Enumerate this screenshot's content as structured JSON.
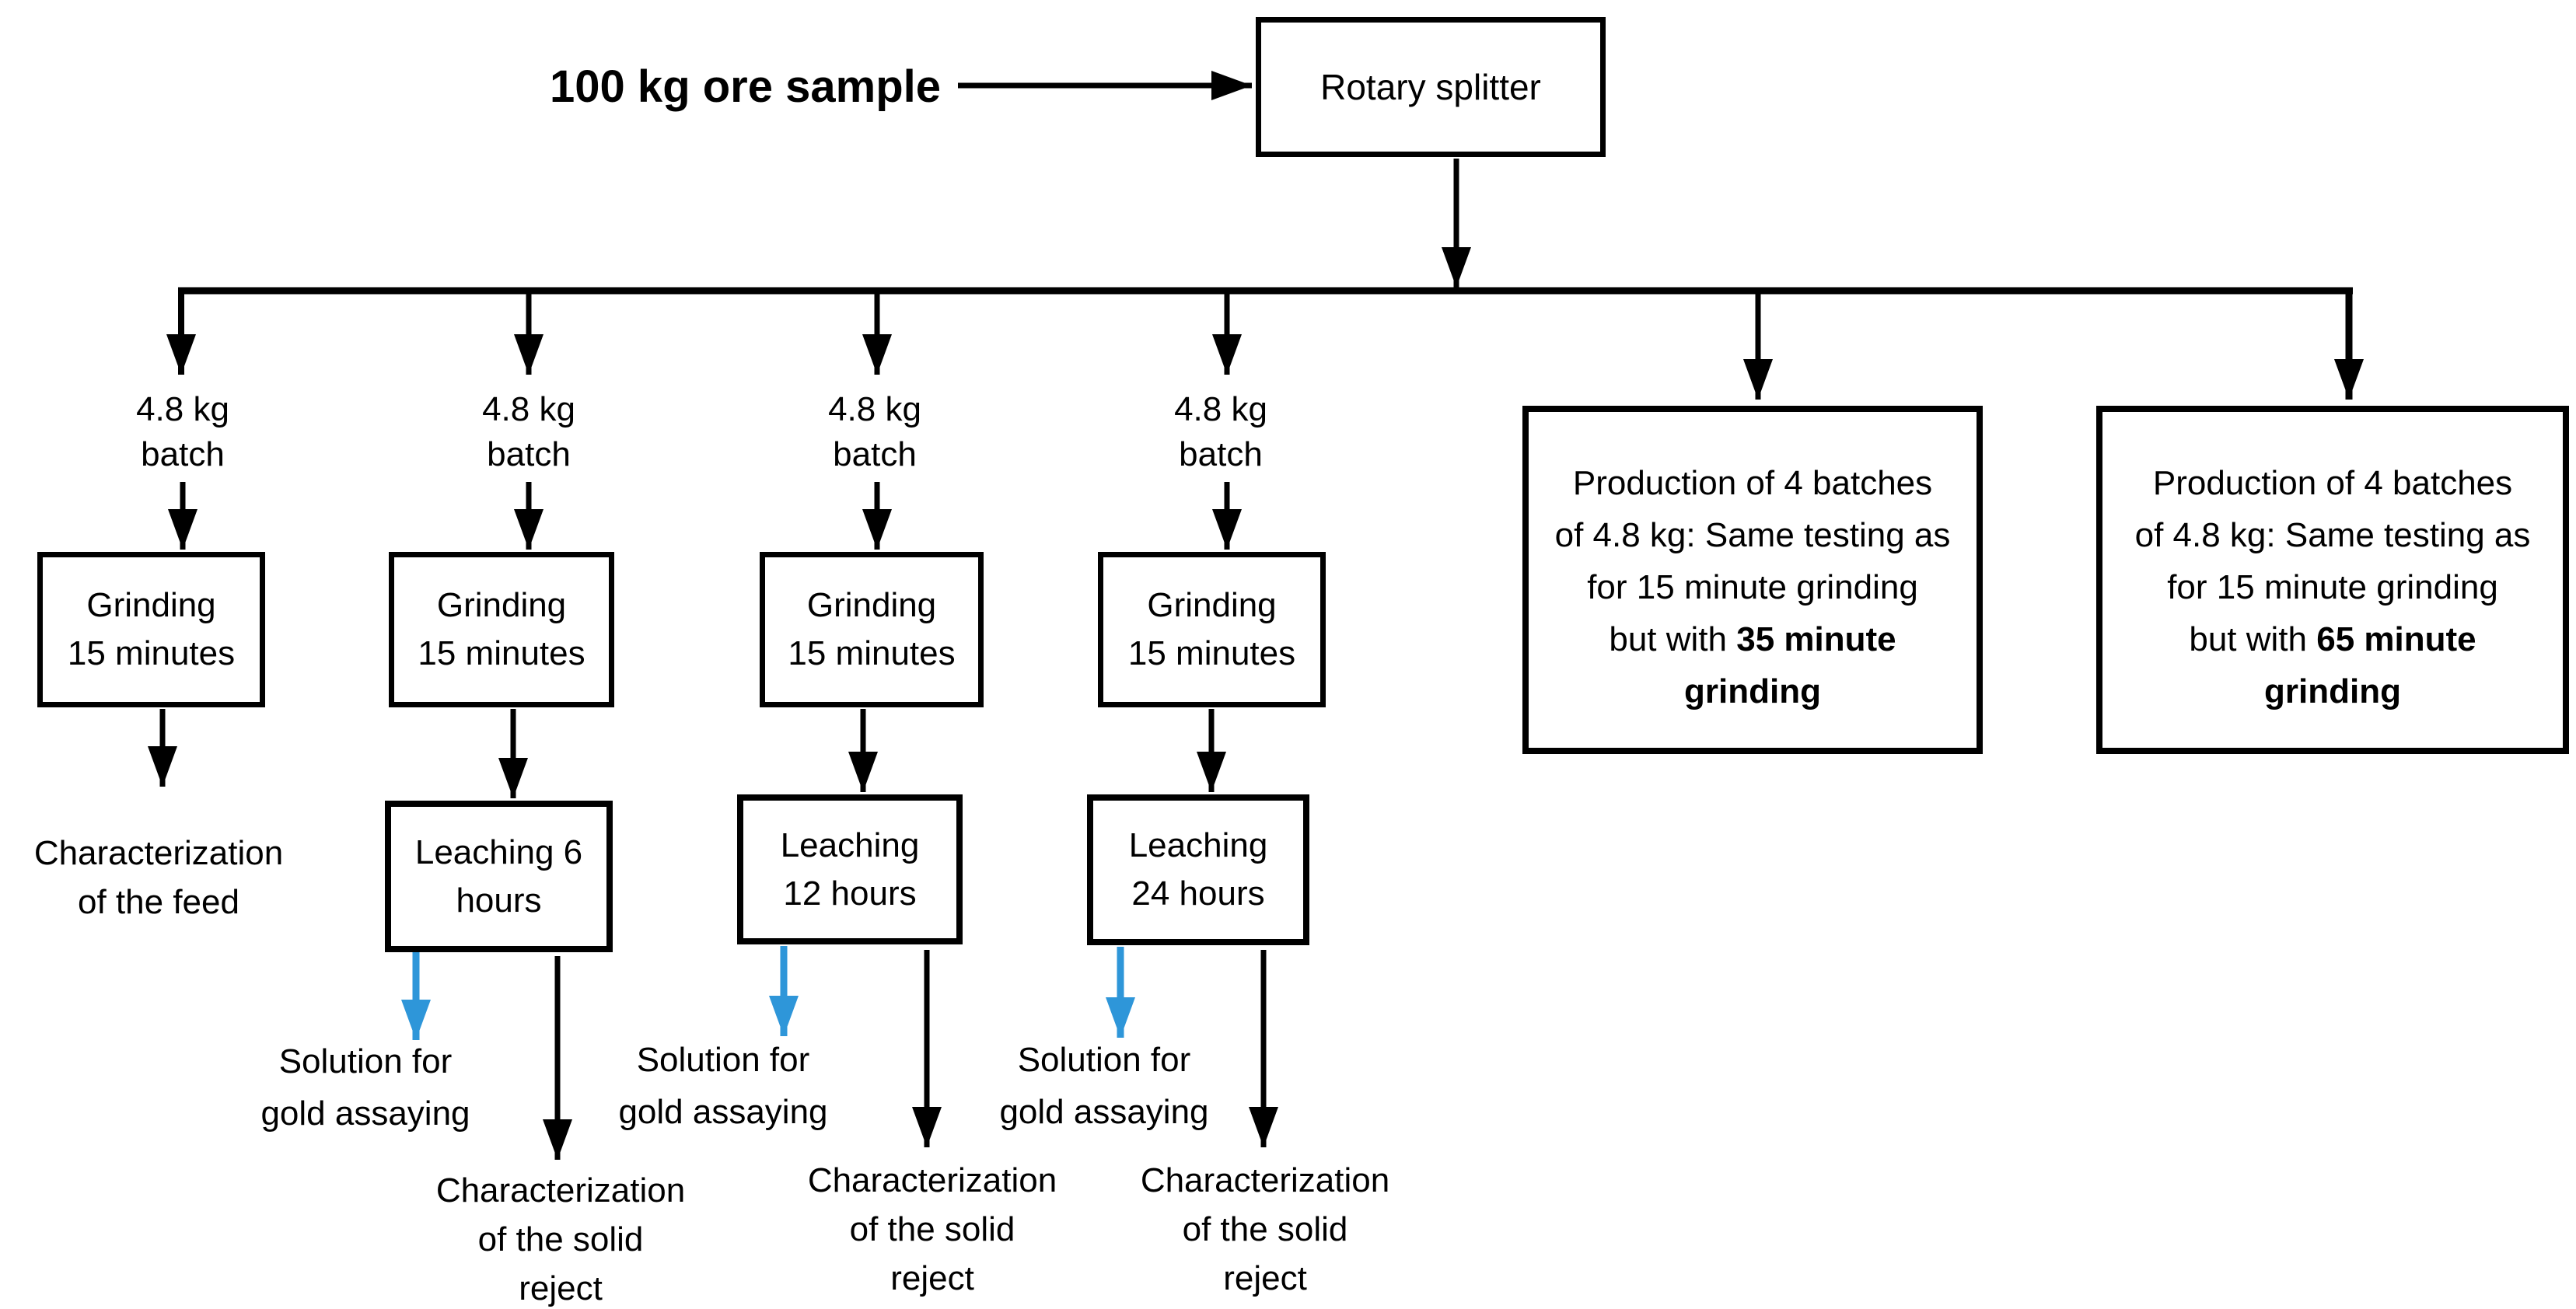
{
  "colors": {
    "line": "#000000",
    "accent_blue": "#2E96D9",
    "background": "#FFFFFF"
  },
  "source": {
    "label": "100 kg ore sample"
  },
  "splitter": {
    "label": "Rotary splitter"
  },
  "branches": [
    {
      "batch_lines": [
        "4.8 kg",
        "batch"
      ],
      "grinding_lines": [
        "Grinding",
        "15 minutes"
      ],
      "result_lines": [
        "Characterization",
        "of the feed"
      ]
    },
    {
      "batch_lines": [
        "4.8 kg",
        "batch"
      ],
      "grinding_lines": [
        "Grinding",
        "15 minutes"
      ],
      "leaching_lines": [
        "Leaching 6",
        "hours"
      ],
      "solution_lines": [
        "Solution for",
        "gold assaying"
      ],
      "reject_lines": [
        "Characterization",
        "of the solid",
        "reject"
      ]
    },
    {
      "batch_lines": [
        "4.8 kg",
        "batch"
      ],
      "grinding_lines": [
        "Grinding",
        "15 minutes"
      ],
      "leaching_lines": [
        "Leaching",
        "12 hours"
      ],
      "solution_lines": [
        "Solution for",
        "gold assaying"
      ],
      "reject_lines": [
        "Characterization",
        "of the solid",
        "reject"
      ]
    },
    {
      "batch_lines": [
        "4.8 kg",
        "batch"
      ],
      "grinding_lines": [
        "Grinding",
        "15 minutes"
      ],
      "leaching_lines": [
        "Leaching",
        "24 hours"
      ],
      "solution_lines": [
        "Solution for",
        "gold assaying"
      ],
      "reject_lines": [
        "Characterization",
        "of the solid",
        "reject"
      ]
    }
  ],
  "production_boxes": [
    {
      "lines": [
        {
          "n": "Production of 4 batches",
          "b": ""
        },
        {
          "n": "of 4.8 kg: Same testing as",
          "b": ""
        },
        {
          "n": "for 15 minute grinding",
          "b": ""
        },
        {
          "n": "but with ",
          "b": "35 minute"
        },
        {
          "n": "",
          "b": "grinding"
        }
      ]
    },
    {
      "lines": [
        {
          "n": "Production of 4 batches",
          "b": ""
        },
        {
          "n": "of 4.8 kg: Same testing as",
          "b": ""
        },
        {
          "n": "for 15 minute grinding",
          "b": ""
        },
        {
          "n": "but with ",
          "b": "65 minute"
        },
        {
          "n": "",
          "b": "grinding"
        }
      ]
    }
  ]
}
